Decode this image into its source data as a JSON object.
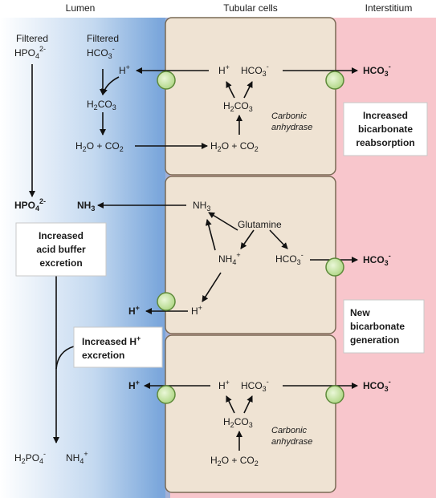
{
  "regions": {
    "lumen": "Lumen",
    "tubular": "Tubular cells",
    "interstitium": "Interstitium"
  },
  "lumen_labels": {
    "filtered_hpo4": "Filtered",
    "filtered_hco3": "Filtered",
    "hpo4_main": "HPO",
    "nh3": "NH",
    "h_mid": "H",
    "h_bottom": "H",
    "h2po4": "H",
    "nh4_end": "NH"
  },
  "cell_labels": {
    "h_plus": "H",
    "hco3": "HCO",
    "h2co3": "H",
    "h2o_co2": "H",
    "carbonic": "Carbonic",
    "anhydrase": "anhydrase",
    "nh3": "NH",
    "glutamine": "Glutamine",
    "nh4": "NH",
    "hco3_mid": "HCO",
    "h_mid": "H"
  },
  "callouts": {
    "acid_buffer": [
      "Increased",
      "acid buffer",
      "excretion"
    ],
    "h_excretion": [
      "Increased H",
      "excretion"
    ],
    "reabsorption": [
      "Increased",
      "bicarbonate",
      "reabsorption"
    ],
    "new_bicarb": [
      "New",
      "bicarbonate",
      "generation"
    ]
  },
  "chem": {
    "plus": "+",
    "minus": "-",
    "two_minus": "2-",
    "sub2": "2",
    "sub3": "3",
    "sub4": "4",
    "o_plus_co": "O + CO",
    "po": "PO"
  },
  "colors": {
    "lumen_blue": "#6f9fd8",
    "interstitium_pink": "#f8c6cc",
    "cell_fill": "#efe3d3",
    "cell_border": "#7a6a55",
    "transporter": "#b9dd8f"
  }
}
